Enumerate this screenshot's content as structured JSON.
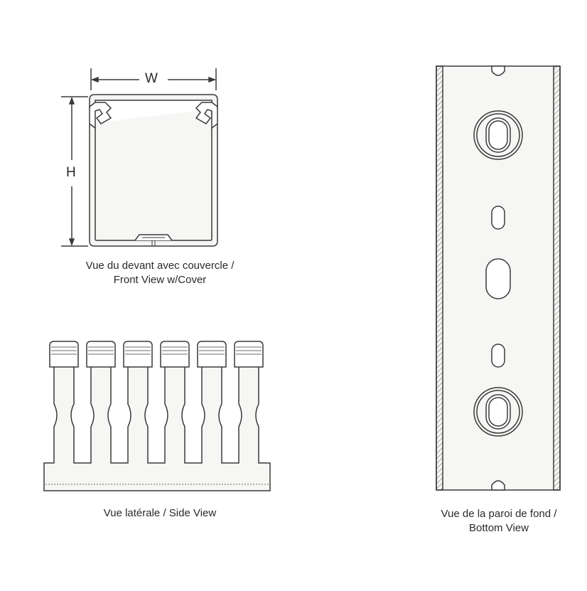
{
  "front_view": {
    "caption_line1": "Vue du devant avec couvercle /",
    "caption_line2": "Front View w/Cover",
    "width_label": "W",
    "height_label": "H"
  },
  "side_view": {
    "caption": "Vue latérale / Side View",
    "finger_count": 6
  },
  "bottom_view": {
    "caption_line1": "Vue de la paroi de fond /",
    "caption_line2": "Bottom View"
  },
  "colors": {
    "line": "#3a3a3a",
    "fill": "#f4f4f2",
    "hatch": "#777777"
  }
}
